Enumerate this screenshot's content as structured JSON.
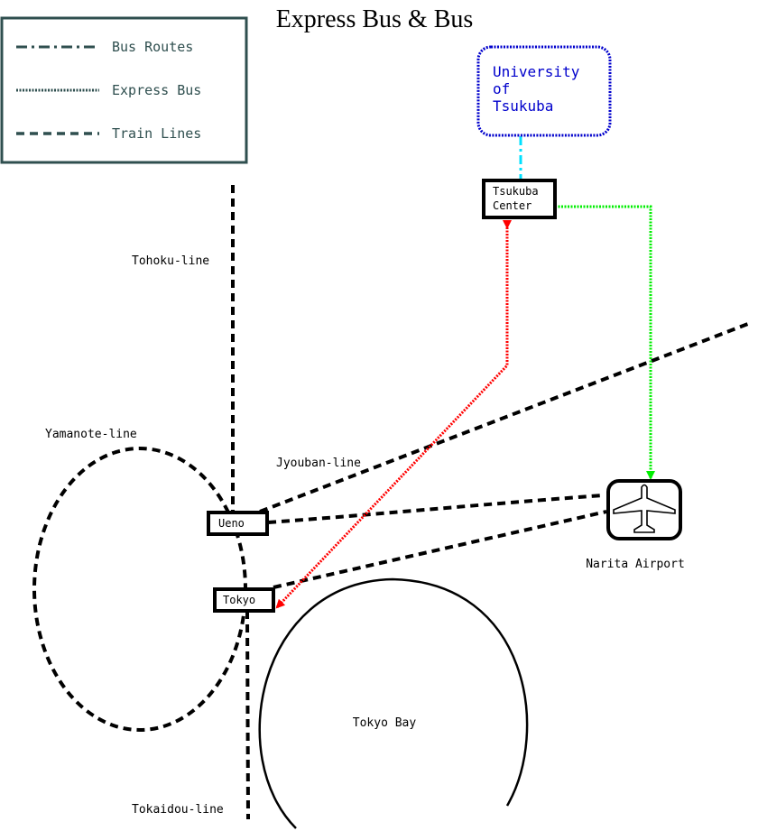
{
  "title": "Express Bus & Bus",
  "legend": {
    "items": [
      {
        "label": "Bus Routes",
        "style": "dash-dot"
      },
      {
        "label": "Express Bus",
        "style": "dotted"
      },
      {
        "label": "Train Lines",
        "style": "dashed"
      }
    ]
  },
  "places": {
    "university": {
      "lines": [
        "University",
        "of",
        "Tsukuba"
      ]
    },
    "tsukuba_center": {
      "lines": [
        "Tsukuba",
        "Center"
      ]
    },
    "ueno": "Ueno",
    "tokyo": "Tokyo",
    "narita_airport": "Narita Airport",
    "tokyo_bay": "Tokyo Bay"
  },
  "lines": {
    "tohoku": "Tohoku-line",
    "yamanote": "Yamanote-line",
    "jyouban": "Jyouban-line",
    "tokaidou": "Tokaidou-line"
  },
  "colors": {
    "legend_border": "#2f4f4f",
    "legend_text": "#2f4f4f",
    "university": "#0000cc",
    "bus_route": "#00e0ff",
    "express_red": "#ff0000",
    "express_green": "#00ee00",
    "train": "#000000",
    "text": "#000000"
  },
  "icons": {
    "airport": "airplane-icon"
  }
}
